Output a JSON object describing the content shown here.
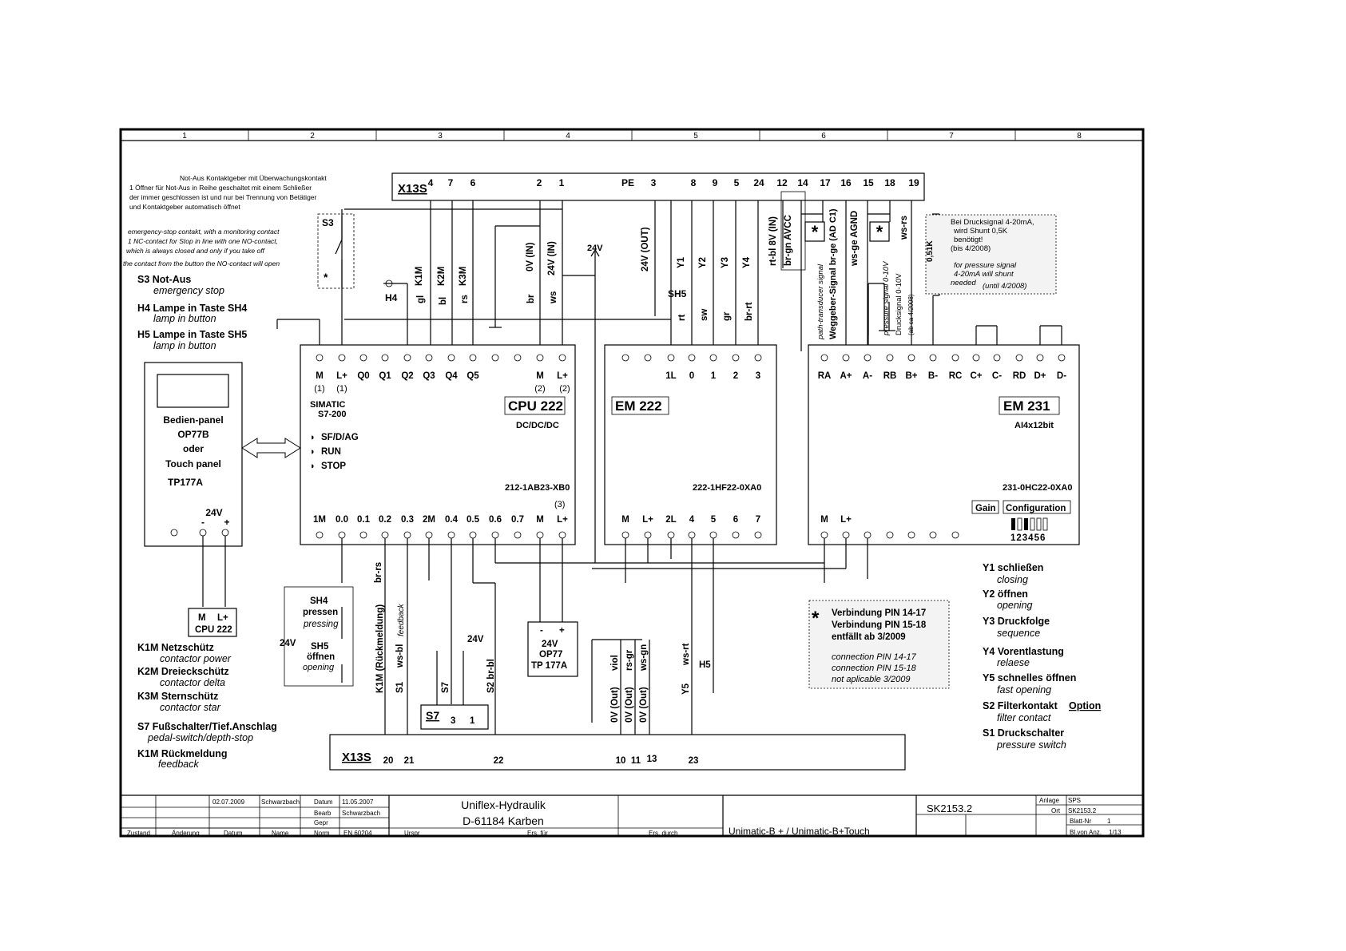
{
  "columns": [
    "1",
    "2",
    "3",
    "4",
    "5",
    "6",
    "7",
    "8"
  ],
  "notes": {
    "notaus_de": [
      "Not-Aus Kontaktgeber mit Überwachungskontakt",
      "1 Öffner für Not-Aus in Reihe geschaltet mit einem Schließer",
      "der immer geschlossen ist und nur bei Trennung von Betätiger",
      "und Kontaktgeber automatisch öffnet"
    ],
    "notaus_en": [
      "emergency-stop contakt, with a monitoring contact",
      "1 NC-contact for Stop in line with one NO-contact,",
      "which is always closed and only if you take off",
      "the contact from the button the NO-contact will open"
    ]
  },
  "legend_left": [
    {
      "de": "S3 Not-Aus",
      "en": "emergency stop"
    },
    {
      "de": "H4 Lampe in Taste SH4",
      "en": "lamp in button"
    },
    {
      "de": "H5 Lampe in Taste SH5",
      "en": "lamp in button"
    }
  ],
  "legend_left_bottom": [
    {
      "de": "K1M Netzschütz",
      "en": "contactor power"
    },
    {
      "de": "K2M Dreieckschütz",
      "en": "contactor delta"
    },
    {
      "de": "K3M Sternschütz",
      "en": "contactor star"
    },
    {
      "de": "S7 Fußschalter/Tief.Anschlag",
      "en": "pedal-switch/depth-stop"
    },
    {
      "de": "K1M Rückmeldung",
      "en": "feedback"
    }
  ],
  "legend_right": [
    {
      "de": "Y1 schließen",
      "en": "closing"
    },
    {
      "de": "Y2 öffnen",
      "en": "opening"
    },
    {
      "de": "Y3 Druckfolge",
      "en": "sequence"
    },
    {
      "de": "Y4 Vorentlastung",
      "en": "relaese"
    },
    {
      "de": "Y5 schnelles öffnen",
      "en": "fast opening"
    },
    {
      "de": "S2 Filterkontakt",
      "en": "filter contact",
      "extra": "Option"
    },
    {
      "de": "S1 Druckschalter",
      "en": "pressure switch"
    }
  ],
  "x13s_top": {
    "label": "X13S",
    "pins": [
      "4",
      "7",
      "6",
      "2",
      "1",
      "PE",
      "3",
      "8",
      "9",
      "5",
      "24",
      "12",
      "14",
      "17",
      "16",
      "15",
      "18",
      "19"
    ]
  },
  "x13s_bottom": {
    "label": "X13S",
    "pins": [
      "20",
      "21",
      "22",
      "10",
      "11",
      "13",
      "23"
    ]
  },
  "top_wires": [
    "K1M",
    "K2M",
    "K3M",
    "0V (IN)",
    "24V (IN)",
    "24V (OUT)",
    "Y1",
    "Y2",
    "Y3",
    "Y4",
    "rt-bl 8V (IN)",
    "br-gn AVCC",
    "path-transducer signal",
    "Weggeber-Signal  br-ge (AD C1)",
    "ws-ge AGND",
    "pressure signal 0-10V",
    "Drucksignal 0-10V",
    "(ab ca 4/2008)",
    "ws-rs"
  ],
  "colors_top": [
    "gl",
    "bl",
    "rs",
    "br",
    "ws",
    "rt",
    "sw",
    "gr",
    "br-rt"
  ],
  "shunt_note": {
    "de": [
      "Bei Drucksignal 4-20mA,",
      "wird Shunt 0,5K",
      "benötigt!",
      "(bis 4/2008)"
    ],
    "en": [
      "for pressure signal",
      "4-20mA will shunt",
      "needed",
      "(until 4/2008)"
    ],
    "resistor": "0,51K"
  },
  "cpu": {
    "top_terms": [
      "M",
      "L+",
      "Q0",
      "Q1",
      "Q2",
      "Q3",
      "Q4",
      "Q5",
      "M",
      "L+"
    ],
    "top_sub": [
      "(1)",
      "(1)",
      "(2)",
      "(2)"
    ],
    "title": "CPU 222",
    "subtitle": "DC/DC/DC",
    "brand": "SIMATIC",
    "brand2": "S7-200",
    "leds": [
      "SF/D/AG",
      "RUN",
      "STOP"
    ],
    "order": "212-1AB23-XB0",
    "bottom_terms": [
      "1M",
      "0.0",
      "0.1",
      "0.2",
      "0.3",
      "2M",
      "0.4",
      "0.5",
      "0.6",
      "0.7",
      "M",
      "L+"
    ],
    "bottom_sub": "(3)"
  },
  "em222": {
    "top_terms": [
      "1L",
      "0",
      "1",
      "2",
      "3"
    ],
    "title": "EM 222",
    "order": "222-1HF22-0XA0",
    "bottom_terms": [
      "M",
      "L+",
      "2L",
      "4",
      "5",
      "6",
      "7"
    ]
  },
  "em231": {
    "top_terms": [
      "RA",
      "A+",
      "A-",
      "RB",
      "B+",
      "B-",
      "RC",
      "C+",
      "C-",
      "RD",
      "D+",
      "D-"
    ],
    "title": "EM 231",
    "subtitle": "AI4x12bit",
    "order": "231-0HC22-0XA0",
    "gain": "Gain",
    "config": "Configuration",
    "dip": "123456",
    "bottom_terms": [
      "M",
      "L+"
    ]
  },
  "panel": {
    "lines": [
      "Bedien-panel",
      "OP77B",
      "oder",
      "Touch panel",
      "TP177A"
    ],
    "v": "24V",
    "minus": "-",
    "plus": "+"
  },
  "cpu_power": {
    "m": "M",
    "lp": "L+",
    "name": "CPU 222"
  },
  "op77": {
    "minus": "-",
    "plus": "+",
    "v": "24V",
    "n1": "OP77",
    "n2": "TP 177A"
  },
  "s3": "S3",
  "h4": "H4",
  "h5": "H5",
  "sh5_top": "SH5",
  "sh4": {
    "name": "SH4",
    "de": "pressen",
    "en": "pressing"
  },
  "sh5": {
    "name": "SH5",
    "de": "öffnen",
    "en": "opening"
  },
  "v24": "24V",
  "bottom_wires": [
    "br-rs",
    "K1M (Rückmeldung)",
    "feedback",
    "ws-bl",
    "S1",
    "S7",
    "S2  br-bl",
    "viol",
    "rs-gr",
    "ws-gn",
    "0V (Out)",
    "0V (Out)",
    "0V (Out)",
    "ws-rt",
    "Y5"
  ],
  "s7box": {
    "name": "S7",
    "p1": "3",
    "p2": "1"
  },
  "star_note": {
    "de": [
      "Verbindung PIN 14-17",
      "Verbindung PIN 15-18",
      "entfällt ab 3/2009"
    ],
    "en": [
      "connection PIN 14-17",
      "connection PIN 15-18",
      "not aplicable 3/2009"
    ]
  },
  "titleblock": {
    "rev_date": "02.07.2009",
    "rev_name": "Schwarzbach",
    "datum_l": "Datum",
    "datum": "11.05.2007",
    "bearb_l": "Bearb",
    "bearb": "Schwarzbach",
    "gepr_l": "Gepr",
    "norm_l": "Norm",
    "norm": "EN 60204",
    "zustand": "Zustand",
    "aenderung": "Änderung",
    "datum2": "Datum",
    "name": "Name",
    "company": "Uniflex-Hydraulik",
    "city": "D-61184 Karben",
    "urspr": "Urspr",
    "ersfur": "Ers. für",
    "ersdurch": "Ers. durch",
    "product": "Unimatic-B + / Unimatic-B+Touch",
    "drawing": "SK2153.2",
    "anlage_l": "Anlage",
    "anlage": "SPS",
    "ort_l": "Ort",
    "ort": "SK2153.2",
    "blatt_l": "Blatt-Nr",
    "blatt": "1",
    "blvon_l": "Bl.von Anz.",
    "blvon": "1/13"
  }
}
